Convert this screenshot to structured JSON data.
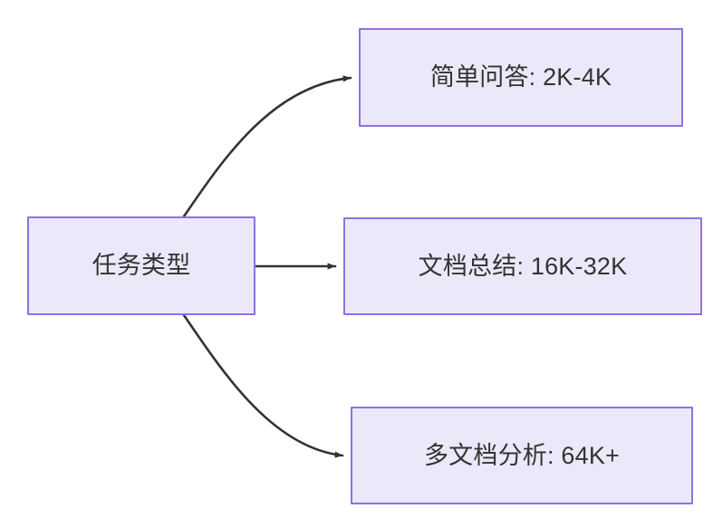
{
  "diagram": {
    "type": "flowchart",
    "direction": "left-to-right",
    "background_color": "#ffffff",
    "node_fill_color": "#ebe8fa",
    "node_border_color": "#9171e0",
    "node_text_color": "#333333",
    "edge_color": "#333333",
    "nodes": [
      {
        "id": "source",
        "label": "任务类型"
      },
      {
        "id": "simple_qa",
        "label": "简单问答: 2K-4K"
      },
      {
        "id": "doc_summary",
        "label": "文档总结: 16K-32K"
      },
      {
        "id": "multi_doc",
        "label": "多文档分析: 64K+"
      }
    ],
    "edges": [
      {
        "from": "source",
        "to": "simple_qa",
        "shape": "curved",
        "arrow": "arrowhead-icon"
      },
      {
        "from": "source",
        "to": "doc_summary",
        "shape": "straight",
        "arrow": "arrowhead-icon"
      },
      {
        "from": "source",
        "to": "multi_doc",
        "shape": "curved",
        "arrow": "arrowhead-icon"
      }
    ]
  }
}
